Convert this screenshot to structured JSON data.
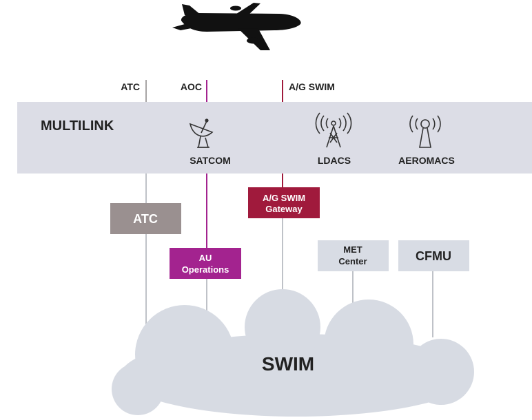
{
  "top_labels": {
    "atc": "ATC",
    "aoc": "AOC",
    "ag_swim": "A/G SWIM"
  },
  "multilink": {
    "title": "MULTILINK",
    "satcom": "SATCOM",
    "ldacs": "LDACS",
    "aeromacs": "AEROMACS"
  },
  "boxes": {
    "atc": "ATC",
    "gateway_line1": "A/G SWIM",
    "gateway_line2": "Gateway",
    "au_line1": "AU",
    "au_line2": "Operations",
    "met_line1": "MET",
    "met_line2": "Center",
    "cfmu": "CFMU"
  },
  "cloud": {
    "label": "SWIM"
  },
  "colors": {
    "gray_line": "#a7a5a5",
    "atc_box": "#9a9090",
    "aoc_purple": "#a3238f",
    "gateway_red": "#a01a3c",
    "band": "#dcdde6",
    "light_box": "#d8dce4",
    "cloud": "#d7dbe3"
  },
  "icons": [
    "airplane-icon",
    "satellite-dish-icon",
    "antenna-icon",
    "antenna-icon"
  ]
}
